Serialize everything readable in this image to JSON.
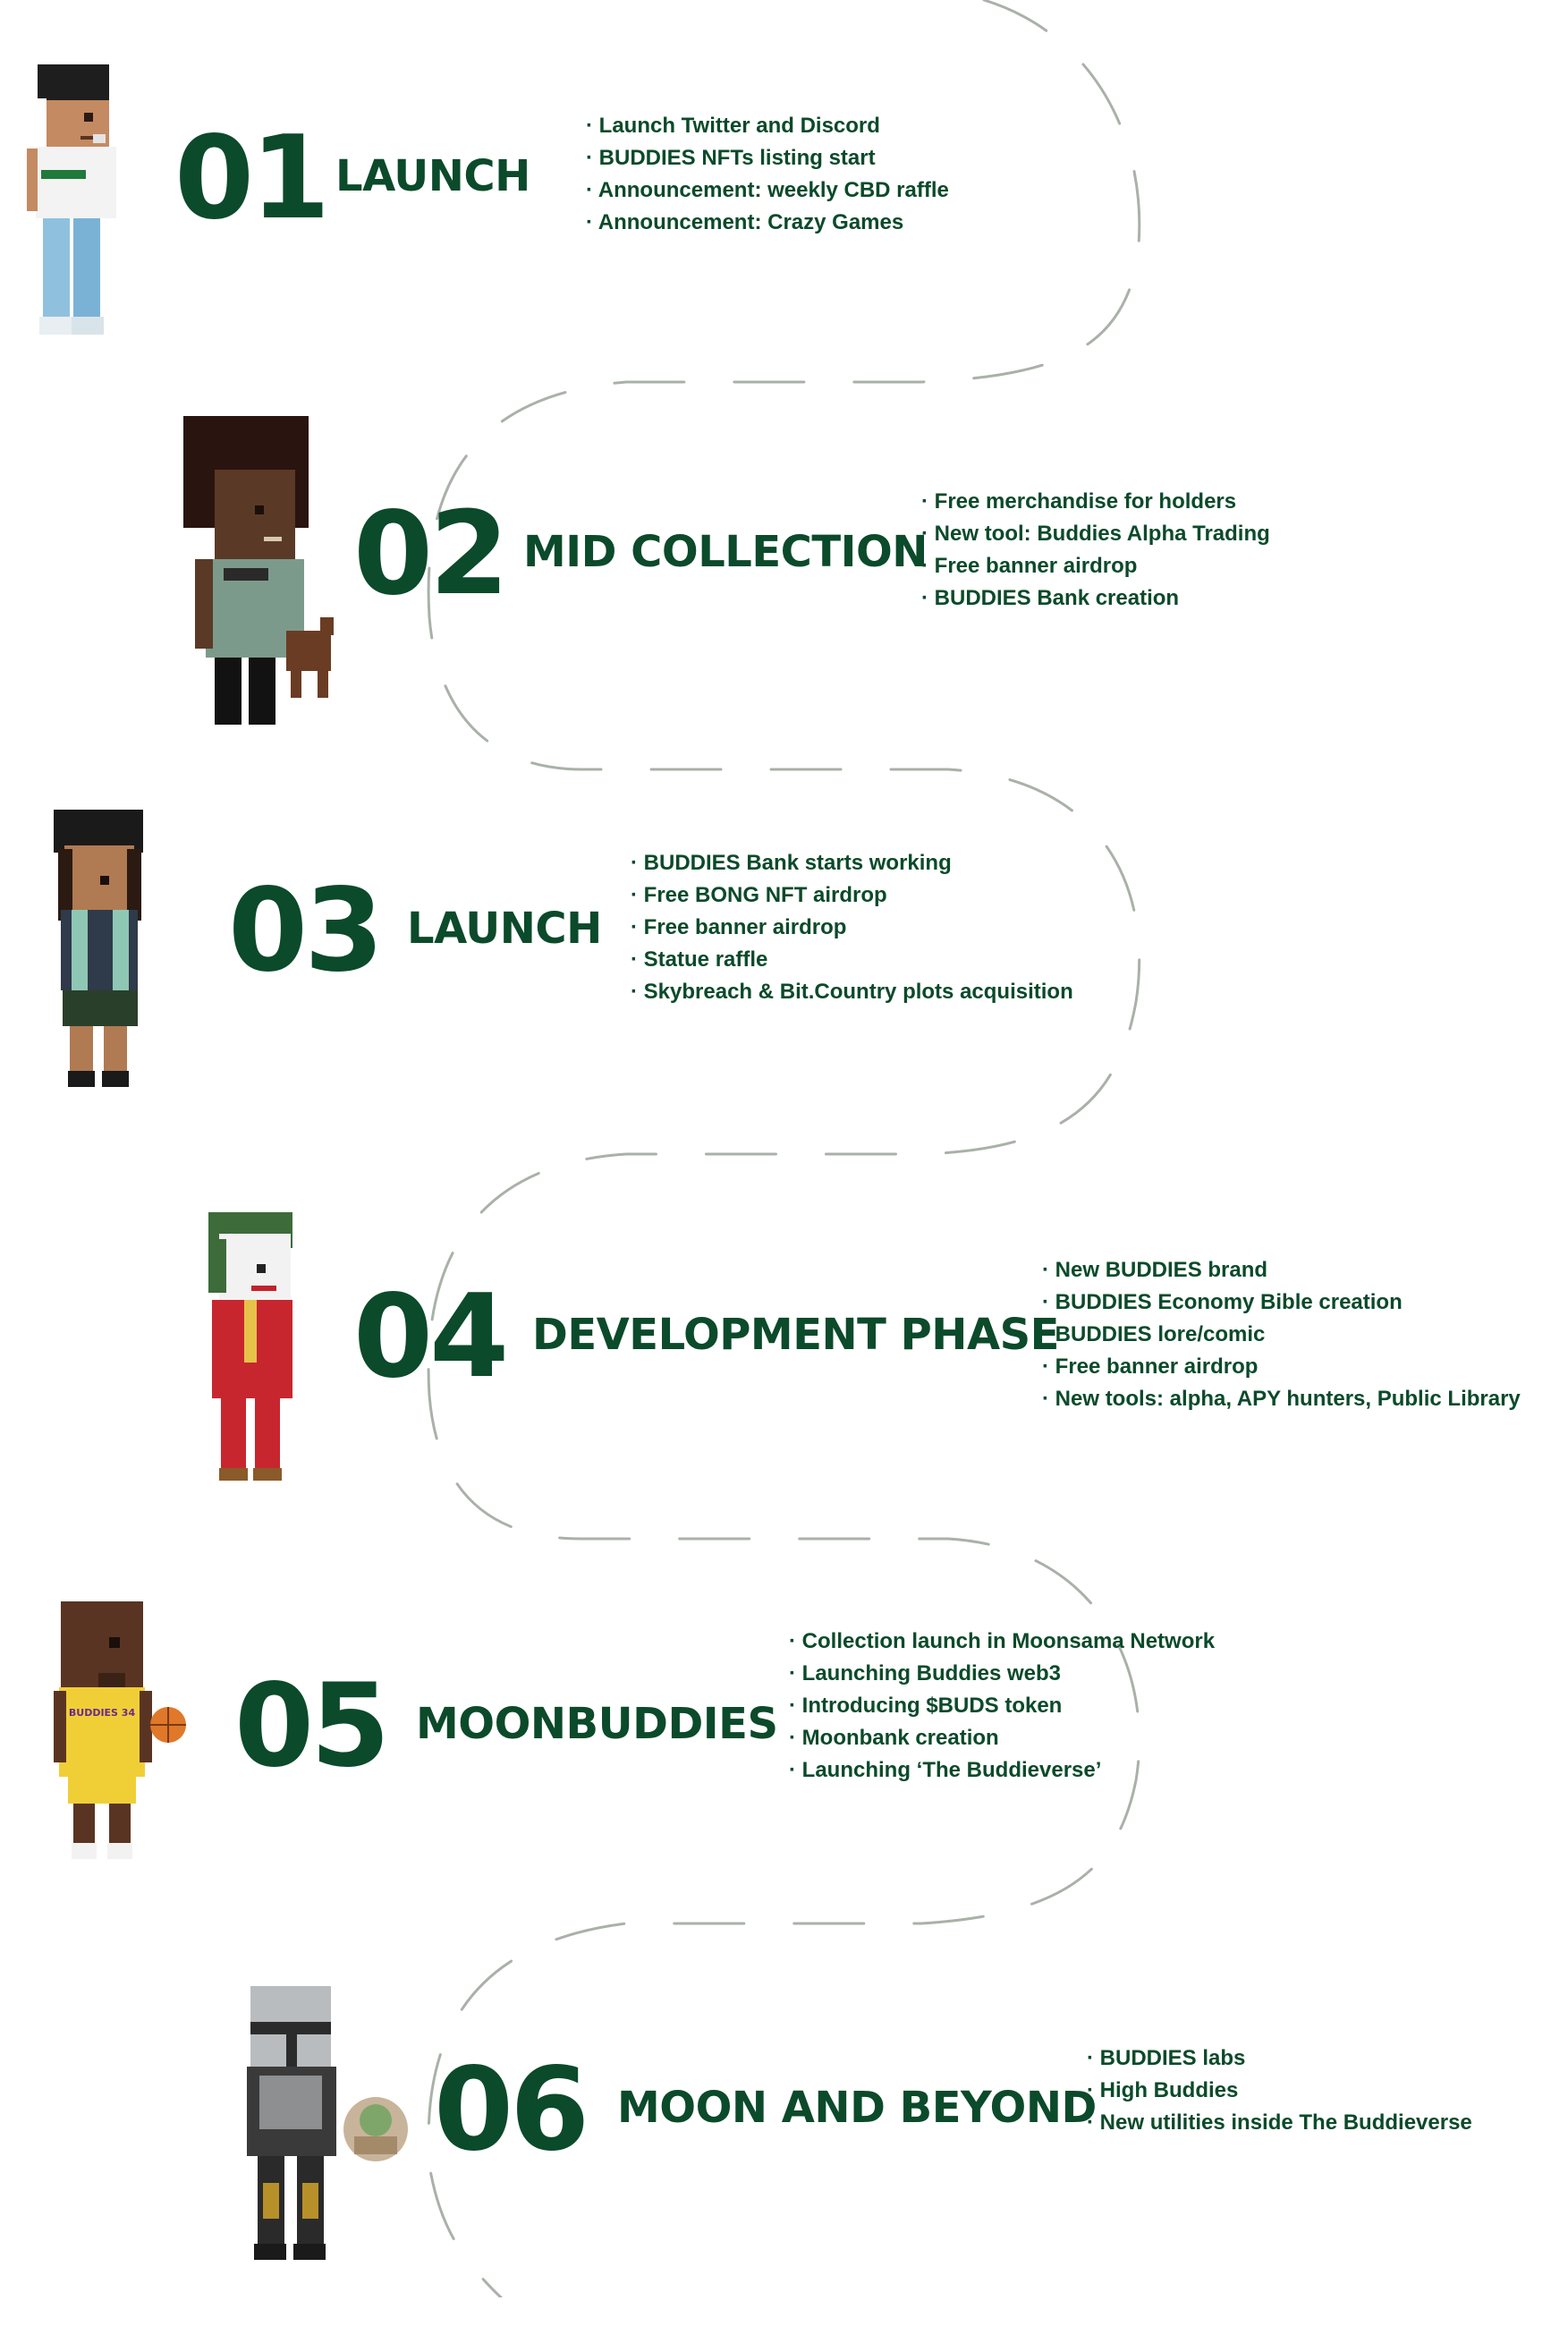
{
  "colors": {
    "primary_green": "#0b4a2a",
    "path_gray": "#a9b1a8",
    "background": "#ffffff"
  },
  "phases": [
    {
      "number": "01",
      "title": "LAUNCH",
      "avatar": "avatar-casual-white-tee",
      "items": [
        "Launch Twitter and Discord",
        "BUDDIES NFTs listing start",
        "Announcement: weekly CBD raffle",
        "Announcement: Crazy Games"
      ]
    },
    {
      "number": "02",
      "title": "MID COLLECTION",
      "avatar": "avatar-afro-with-dog",
      "items": [
        "Free merchandise for holders",
        "New tool: Buddies Alpha Trading",
        "Free banner airdrop",
        "BUDDIES Bank creation"
      ]
    },
    {
      "number": "03",
      "title": "LAUNCH",
      "avatar": "avatar-black-beanie",
      "items": [
        "BUDDIES Bank starts working",
        "Free BONG NFT airdrop",
        "Free banner airdrop",
        "Statue raffle",
        "Skybreach & Bit.Country plots acquisition"
      ]
    },
    {
      "number": "04",
      "title": "DEVELOPMENT PHASE",
      "avatar": "avatar-joker-red-suit",
      "items": [
        "New BUDDIES brand",
        "BUDDIES Economy Bible creation",
        "BUDDIES lore/comic",
        "Free banner airdrop",
        "New tools: alpha, APY hunters, Public Library"
      ]
    },
    {
      "number": "05",
      "title": "MOONBUDDIES",
      "avatar": "avatar-basketball-player",
      "jersey_text": "BUDDIES 34",
      "items": [
        "Collection launch in Moonsama Network",
        "Launching Buddies web3",
        "Introducing $BUDS token",
        "Moonbank creation",
        "Launching ‘The Buddieverse’"
      ]
    },
    {
      "number": "06",
      "title": "MOON AND BEYOND",
      "avatar": "avatar-armored-with-baby",
      "items": [
        "BUDDIES labs",
        "High Buddies",
        "New utilities inside The Buddieverse"
      ]
    }
  ]
}
